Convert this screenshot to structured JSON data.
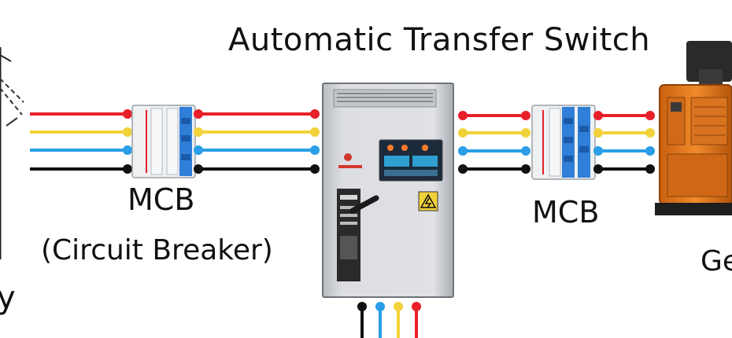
{
  "diagram": {
    "title": "Automatic Transfer Switch",
    "mcb_left": {
      "label": "MCB",
      "sublabel": "(Circuit Breaker)"
    },
    "mcb_right": {
      "label": "MCB"
    },
    "generator": {
      "label_partial": "Ge"
    },
    "utility": {
      "label_partial": "y"
    }
  },
  "colors": {
    "wire_red": "#e8202a",
    "wire_yellow": "#f2d23a",
    "wire_blue": "#2a9ee6",
    "wire_black": "#111111",
    "breaker_blue": "#2f7fd8",
    "generator_orange": "#e97a1f",
    "panel_gray": "#d8dade"
  },
  "icons": {
    "warning": "high-voltage-warning-icon",
    "utility_pole": "utility-pole-icon",
    "generator": "generator-icon"
  }
}
